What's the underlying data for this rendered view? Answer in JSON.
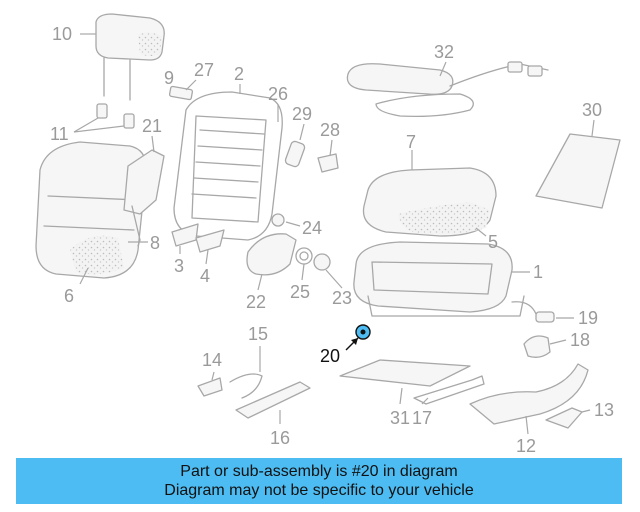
{
  "diagram": {
    "callouts": {
      "n1": "1",
      "n2": "2",
      "n3": "3",
      "n4": "4",
      "n5": "5",
      "n6": "6",
      "n7": "7",
      "n8": "8",
      "n9": "9",
      "n10": "10",
      "n11": "11",
      "n12": "12",
      "n13": "13",
      "n14": "14",
      "n15": "15",
      "n16": "16",
      "n17": "17",
      "n18": "18",
      "n19": "19",
      "n20": "20",
      "n21": "21",
      "n22": "22",
      "n23": "23",
      "n24": "24",
      "n25": "25",
      "n26": "26",
      "n27": "27",
      "n28": "28",
      "n29": "29",
      "n30": "30",
      "n31": "31",
      "n32": "32"
    },
    "highlighted_part": "20",
    "highlight_color": "#4cbcf2"
  },
  "banner": {
    "line1": "Part or sub-assembly is #20 in diagram",
    "line2": "Diagram may not be specific to your vehicle",
    "background": "#4cbcf2"
  }
}
